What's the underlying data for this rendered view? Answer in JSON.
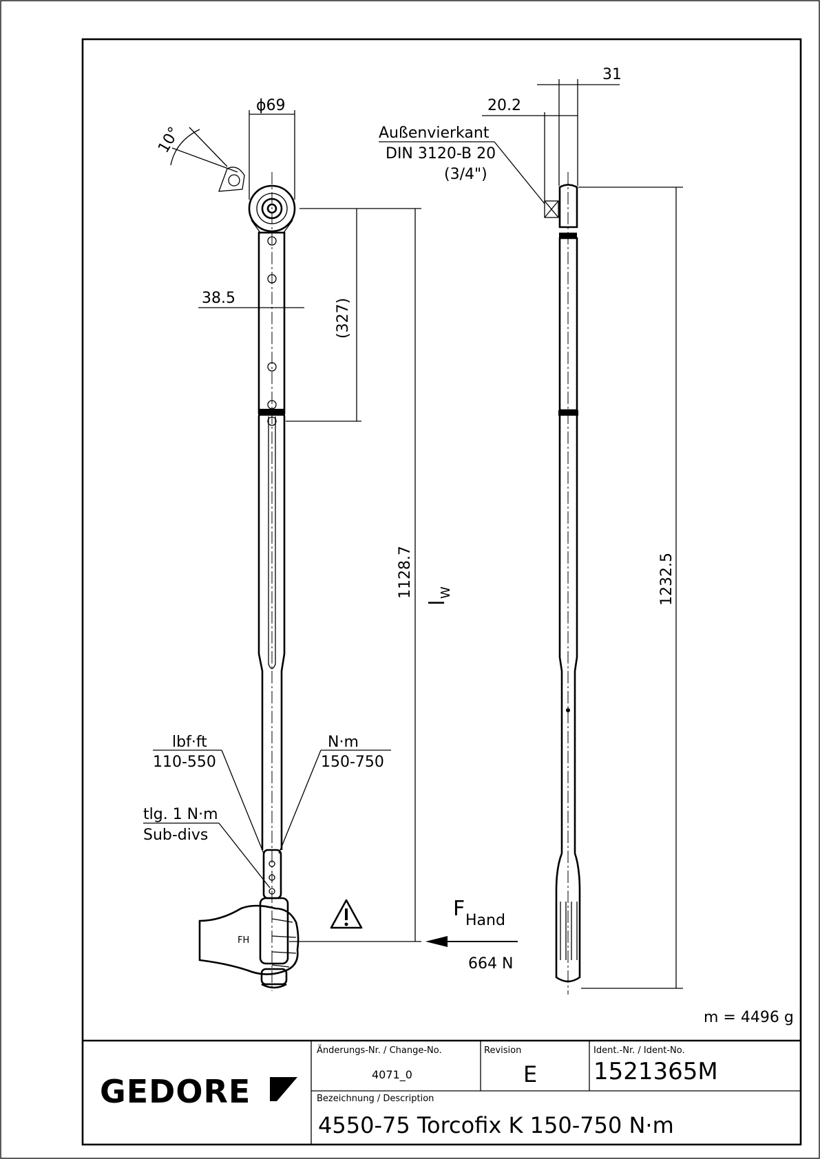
{
  "drawing": {
    "dimensions": {
      "head_diameter": "ϕ69",
      "angle": "10°",
      "shaft_width": "38.5",
      "grip_spacing": "(327)",
      "effective_length": "1128.7",
      "effective_length_symbol": "l",
      "effective_length_subscript": "W",
      "overall_length": "1232.5",
      "head_thickness": "31",
      "square_offset": "20.2"
    },
    "callouts": {
      "square_drive_title": "Außenvierkant",
      "square_drive_standard": "DIN 3120-B 20",
      "square_drive_size": "(3/4\")",
      "lbf_unit": "lbf·ft",
      "lbf_range": "110-550",
      "nm_unit": "N·m",
      "nm_range": "150-750",
      "subdiv_de": "tlg. 1 N·m",
      "subdiv_en": "Sub-divs",
      "force_symbol": "F",
      "force_subscript": "Hand",
      "force_value": "664 N",
      "hand_label": "FH"
    },
    "mass": "m = 4496 g"
  },
  "title_block": {
    "logo": "GEDORE",
    "change_label": "Änderungs-Nr. / Change-No.",
    "change_value": "4071_0",
    "revision_label": "Revision",
    "revision_value": "E",
    "ident_label": "Ident.-Nr. / Ident-No.",
    "ident_value": "1521365M",
    "description_label": "Bezeichnung / Description",
    "description_value": "4550-75 Torcofix K 150-750 N·m"
  }
}
